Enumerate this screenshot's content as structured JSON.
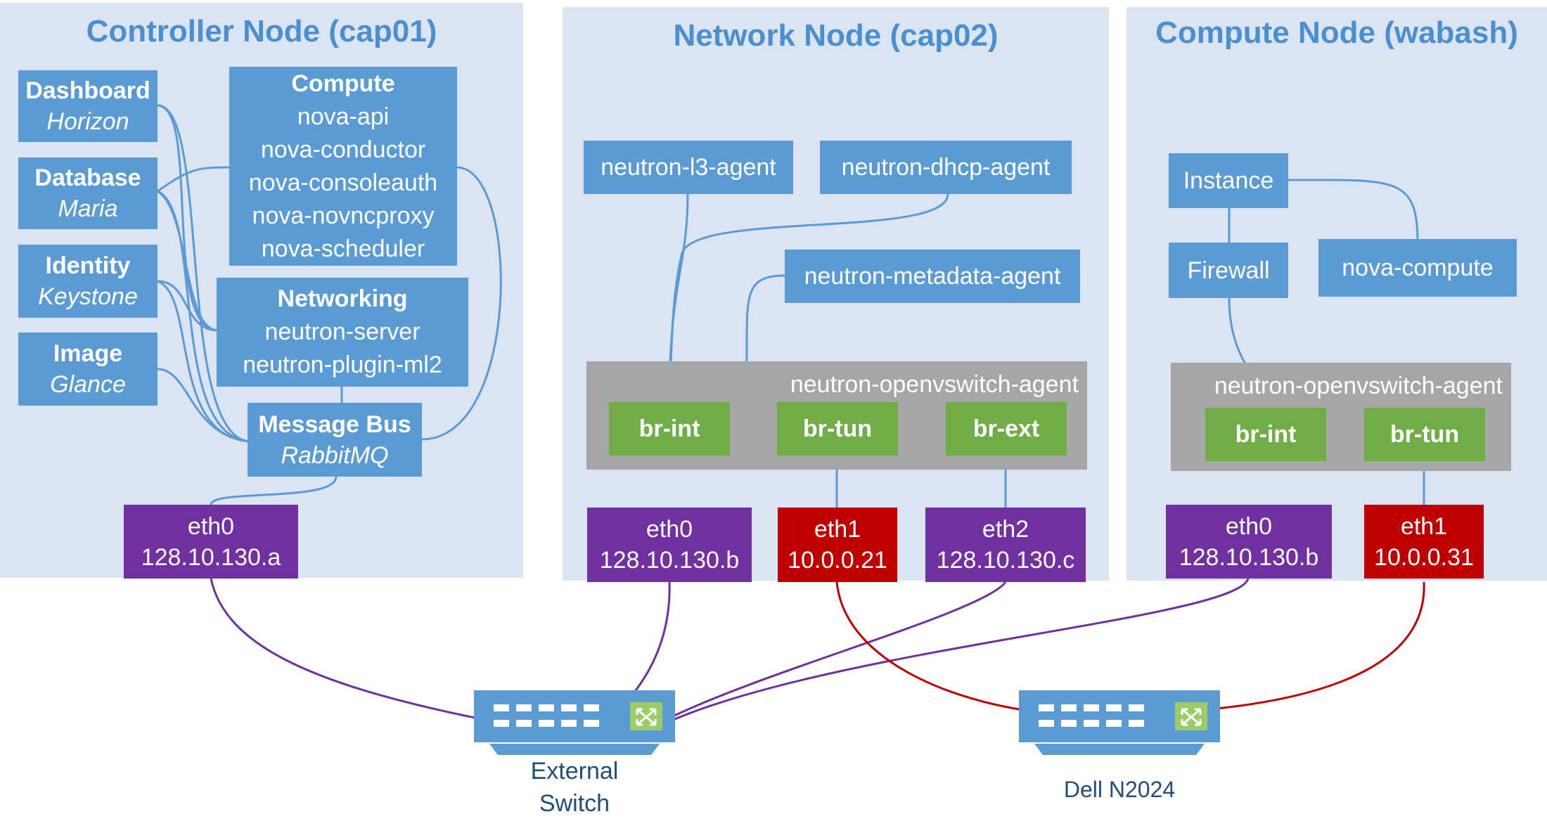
{
  "panels": {
    "controller": {
      "title": "Controller Node (cap01)"
    },
    "network": {
      "title": "Network Node (cap02)"
    },
    "compute": {
      "title": "Compute Node (wabash)"
    }
  },
  "controller": {
    "dashboard": {
      "title": "Dashboard",
      "sub": "Horizon"
    },
    "database": {
      "title": "Database",
      "sub": "Maria"
    },
    "identity": {
      "title": "Identity",
      "sub": "Keystone"
    },
    "image": {
      "title": "Image",
      "sub": "Glance"
    },
    "compute": {
      "title": "Compute",
      "services": [
        "nova-api",
        "nova-conductor",
        "nova-consoleauth",
        "nova-novncproxy",
        "nova-scheduler"
      ]
    },
    "networking": {
      "title": "Networking",
      "services": [
        "neutron-server",
        "neutron-plugin-ml2"
      ]
    },
    "message_bus": {
      "title": "Message Bus",
      "sub": "RabbitMQ"
    },
    "eth0": {
      "name": "eth0",
      "ip": "128.10.130.a"
    }
  },
  "network": {
    "l3_agent": "neutron-l3-agent",
    "dhcp_agent": "neutron-dhcp-agent",
    "metadata_agent": "neutron-metadata-agent",
    "ovs_agent": "neutron-openvswitch-agent",
    "br_int": "br-int",
    "br_tun": "br-tun",
    "br_ext": "br-ext",
    "eth0": {
      "name": "eth0",
      "ip": "128.10.130.b"
    },
    "eth1": {
      "name": "eth1",
      "ip": "10.0.0.21"
    },
    "eth2": {
      "name": "eth2",
      "ip": "128.10.130.c"
    }
  },
  "compute": {
    "instance": "Instance",
    "firewall": "Firewall",
    "nova_compute": "nova-compute",
    "ovs_agent": "neutron-openvswitch-agent",
    "br_int": "br-int",
    "br_tun": "br-tun",
    "eth0": {
      "name": "eth0",
      "ip": "128.10.130.b"
    },
    "eth1": {
      "name": "eth1",
      "ip": "10.0.0.31"
    }
  },
  "switches": {
    "external": {
      "line1": "External",
      "line2": "Switch"
    },
    "dell": {
      "label": "Dell N2024"
    }
  },
  "colors": {
    "panel_bg": "#dae4f2",
    "title": "#4a90d0",
    "service_box": "#5b9bd5",
    "bridge": "#70ad47",
    "agent_bg": "#a6a6a6",
    "management_nic": "#7030a0",
    "tunnel_nic": "#c00000"
  }
}
